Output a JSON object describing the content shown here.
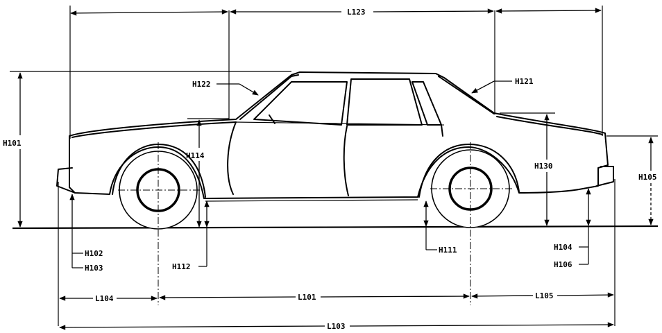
{
  "labels": {
    "L123": "L123",
    "H121": "H121",
    "H122": "H122",
    "H101": "H101",
    "H114": "H114",
    "H130": "H130",
    "H105": "H105",
    "H102": "H102",
    "H103": "H103",
    "H112": "H112",
    "H111": "H111",
    "H104": "H104",
    "H106": "H106",
    "L104": "L104",
    "L101": "L101",
    "L105": "L105",
    "L103": "L103"
  }
}
